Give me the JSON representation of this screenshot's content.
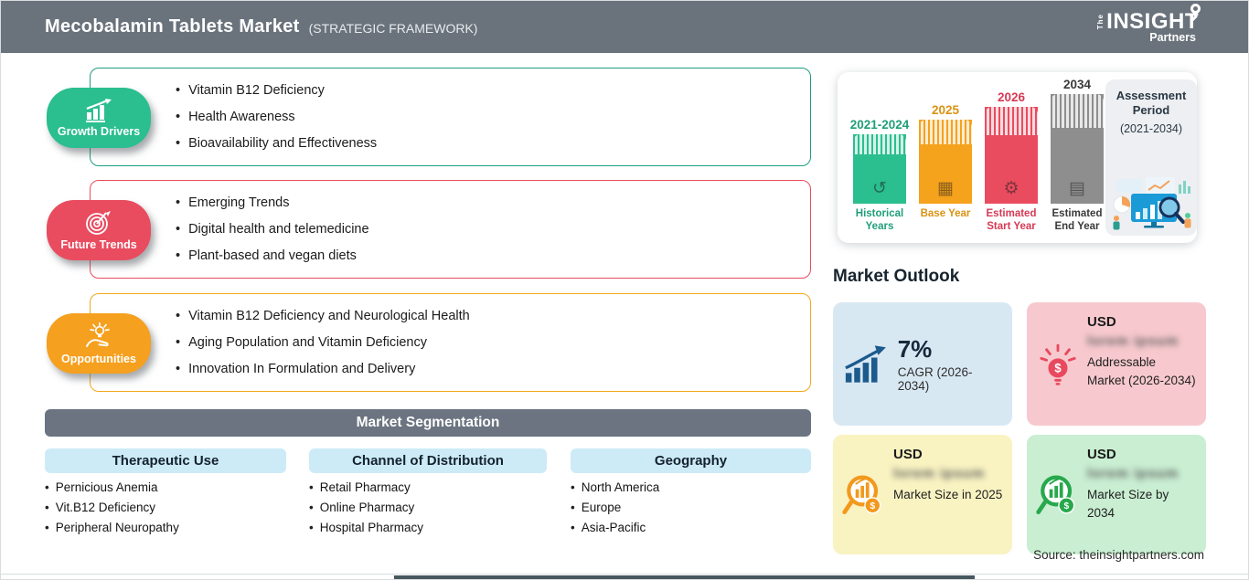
{
  "header": {
    "title": "Mecobalamin Tablets Market",
    "subtitle": "(STRATEGIC FRAMEWORK)",
    "logo": {
      "the": "The",
      "insight": "INSIGHT",
      "partners": "Partners"
    }
  },
  "framework": [
    {
      "label": "Growth Drivers",
      "items": [
        "Vitamin B12 Deficiency",
        "Health Awareness",
        "Bioavailability and Effectiveness"
      ]
    },
    {
      "label": "Future Trends",
      "items": [
        "Emerging Trends",
        "Digital health and telemedicine",
        "Plant-based and vegan diets"
      ]
    },
    {
      "label": "Opportunities",
      "items": [
        "Vitamin B12 Deficiency and Neurological Health",
        "Aging Population and Vitamin Deficiency",
        "Innovation In Formulation and Delivery"
      ]
    }
  ],
  "segmentation": {
    "title": "Market Segmentation",
    "columns": [
      {
        "header": "Therapeutic Use",
        "items": [
          "Pernicious Anemia",
          "Vit.B12 Deficiency",
          "Peripheral Neuropathy"
        ]
      },
      {
        "header": "Channel of Distribution",
        "items": [
          "Retail Pharmacy",
          "Online Pharmacy",
          "Hospital Pharmacy"
        ]
      },
      {
        "header": "Geography",
        "items": [
          "North America",
          "Europe",
          "Asia-Pacific"
        ]
      }
    ]
  },
  "timeline": {
    "bars": [
      {
        "year": "2021-2024",
        "label": "Historical Years"
      },
      {
        "year": "2025",
        "label": "Base Year"
      },
      {
        "year": "2026",
        "label": "Estimated Start Year"
      },
      {
        "year": "2034",
        "label": "Estimated End Year"
      }
    ],
    "assessment": {
      "title": "Assessment Period",
      "range": "(2021-2034)"
    }
  },
  "outlook": {
    "title": "Market Outlook",
    "currency_symbol": "$",
    "cards": [
      {
        "value": "7%",
        "label": "CAGR (2026-2034)"
      },
      {
        "currency": "USD",
        "redacted": "lorem ipsum",
        "label": "Addressable Market (2026-2034)"
      },
      {
        "currency": "USD",
        "redacted": "lorem ipsum",
        "label": "Market Size in 2025"
      },
      {
        "currency": "USD",
        "redacted": "lorem ipsum",
        "label": "Market Size by 2034"
      }
    ]
  },
  "source": "Source: theinsightpartners.com",
  "colors": {
    "header_bg": "#6A737C",
    "growth_green": "#2BBE8E",
    "trends_red": "#E94C5F",
    "opportunities_orange": "#F5A01F",
    "base_year_orange": "#F5A21C",
    "end_year_gray": "#8E8E8E",
    "segment_header_bg": "#CDEBF7",
    "segmentation_bar_bg": "#6B7480",
    "card_blue": "#D8E8F3",
    "card_pink": "#F7C9CE",
    "card_yellow": "#F9F3C2",
    "card_green": "#C9EED2",
    "cagr_icon_navy": "#1B5A8C"
  }
}
